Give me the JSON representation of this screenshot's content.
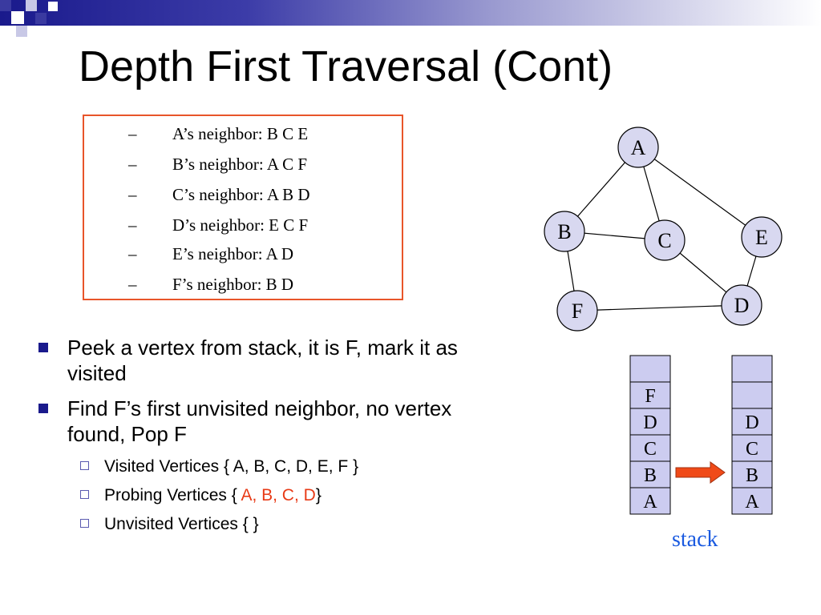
{
  "title": "Depth First Traversal (Cont)",
  "neighbors": [
    {
      "bullet": "–",
      "text": "A’s neighbor: B C E"
    },
    {
      "bullet": "–",
      "text": "B’s neighbor: A C F"
    },
    {
      "bullet": "–",
      "text": "C’s neighbor: A B D"
    },
    {
      "bullet": "–",
      "text": "D’s neighbor: E C F"
    },
    {
      "bullet": "–",
      "text": "E’s neighbor: A D"
    },
    {
      "bullet": "–",
      "text": "F’s neighbor: B D"
    }
  ],
  "bullets": {
    "peek": "Peek a vertex from stack, it is F, mark it as visited",
    "find": "Find F’s first unvisited neighbor, no vertex found, Pop F",
    "visited": "Visited Vertices  { A, B, C, D, E, F }",
    "probing_prefix": "Probing Vertices { ",
    "probing_red": "A, B, C, D",
    "probing_suffix": "}",
    "unvisited": "Unvisited Vertices { }"
  },
  "graph": {
    "nodes": [
      "A",
      "B",
      "C",
      "D",
      "E",
      "F"
    ],
    "edges": [
      [
        "A",
        "B"
      ],
      [
        "A",
        "C"
      ],
      [
        "A",
        "E"
      ],
      [
        "B",
        "C"
      ],
      [
        "B",
        "F"
      ],
      [
        "C",
        "D"
      ],
      [
        "E",
        "D"
      ],
      [
        "F",
        "D"
      ]
    ]
  },
  "stacks": {
    "before": [
      "",
      "F",
      "D",
      "C",
      "B",
      "A"
    ],
    "after": [
      "",
      "",
      "D",
      "C",
      "B",
      "A"
    ],
    "label": "stack"
  },
  "colors": {
    "node_fill": "#d8d8f0",
    "cell_fill": "#ccccf0",
    "arrow_fill": "#f04a18",
    "box_border": "#e8552a",
    "probing_text": "#e83a16",
    "stack_label": "#1a5ae0"
  }
}
